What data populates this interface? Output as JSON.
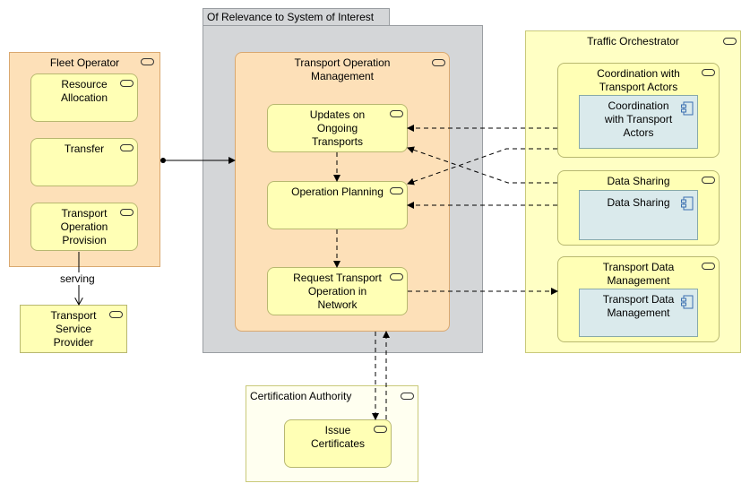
{
  "group": {
    "label": "Of Relevance to System of Interest"
  },
  "fleet_operator": {
    "title": "Fleet Operator",
    "services": [
      "Resource\nAllocation",
      "Transfer",
      "Transport\nOperation\nProvision"
    ]
  },
  "transport_service_provider": {
    "title": "Transport\nService\nProvider"
  },
  "serving_label": "serving",
  "tom": {
    "title": "Transport Operation\nManagement",
    "services": [
      "Updates on\nOngoing\nTransports",
      "Operation Planning",
      "Request Transport\nOperation in\nNetwork"
    ]
  },
  "traffic_orchestrator": {
    "title": "Traffic Orchestrator",
    "services": [
      {
        "title": "Coordination with\nTransport Actors",
        "component": "Coordination\nwith Transport\nActors"
      },
      {
        "title": "Data Sharing",
        "component": "Data Sharing"
      },
      {
        "title": "Transport Data\nManagement",
        "component": "Transport Data\nManagement"
      }
    ]
  },
  "certification_authority": {
    "title": "Certification Authority",
    "service": "Issue\nCertificates"
  },
  "icons": {
    "service": "service-icon",
    "component": "application-component-icon"
  },
  "colors": {
    "fleet": "#fde0b8",
    "orchestrator": "#ffffc4",
    "service": "#ffffb5",
    "component": "#daeaec",
    "group": "#d4d6d8"
  }
}
